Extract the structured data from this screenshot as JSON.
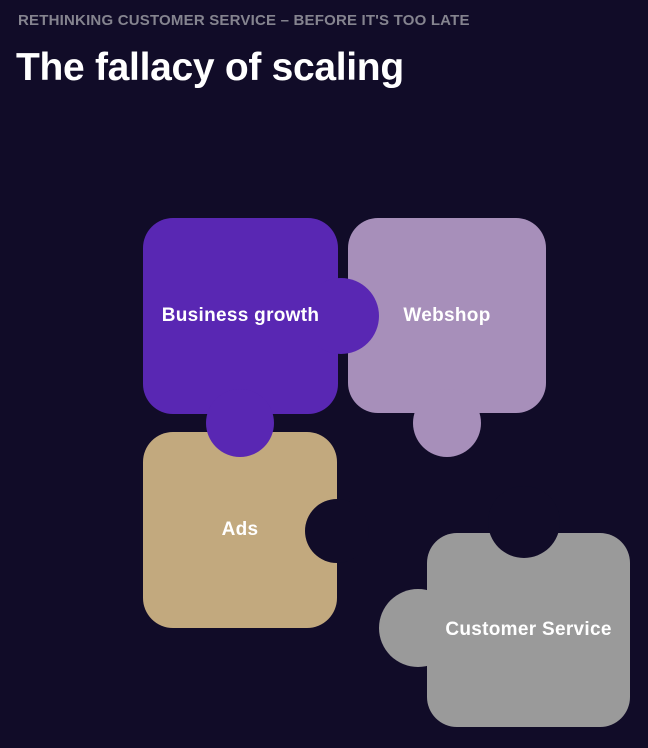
{
  "slide": {
    "kicker": "RETHINKING CUSTOMER SERVICE – BEFORE IT'S TOO LATE",
    "title": "The fallacy of scaling"
  },
  "colors": {
    "background": "#110c28",
    "kicker_text": "#85848f",
    "title_text": "#ffffff",
    "label_text": "#ffffff"
  },
  "puzzle": {
    "pieces": [
      {
        "id": "business-growth",
        "label": "Business growth",
        "color": "#5927b3"
      },
      {
        "id": "webshop",
        "label": "Webshop",
        "color": "#a78fba"
      },
      {
        "id": "ads",
        "label": "Ads",
        "color": "#c2a97e"
      },
      {
        "id": "customer-service",
        "label": "Customer Service",
        "color": "#9a9a9a"
      }
    ]
  }
}
